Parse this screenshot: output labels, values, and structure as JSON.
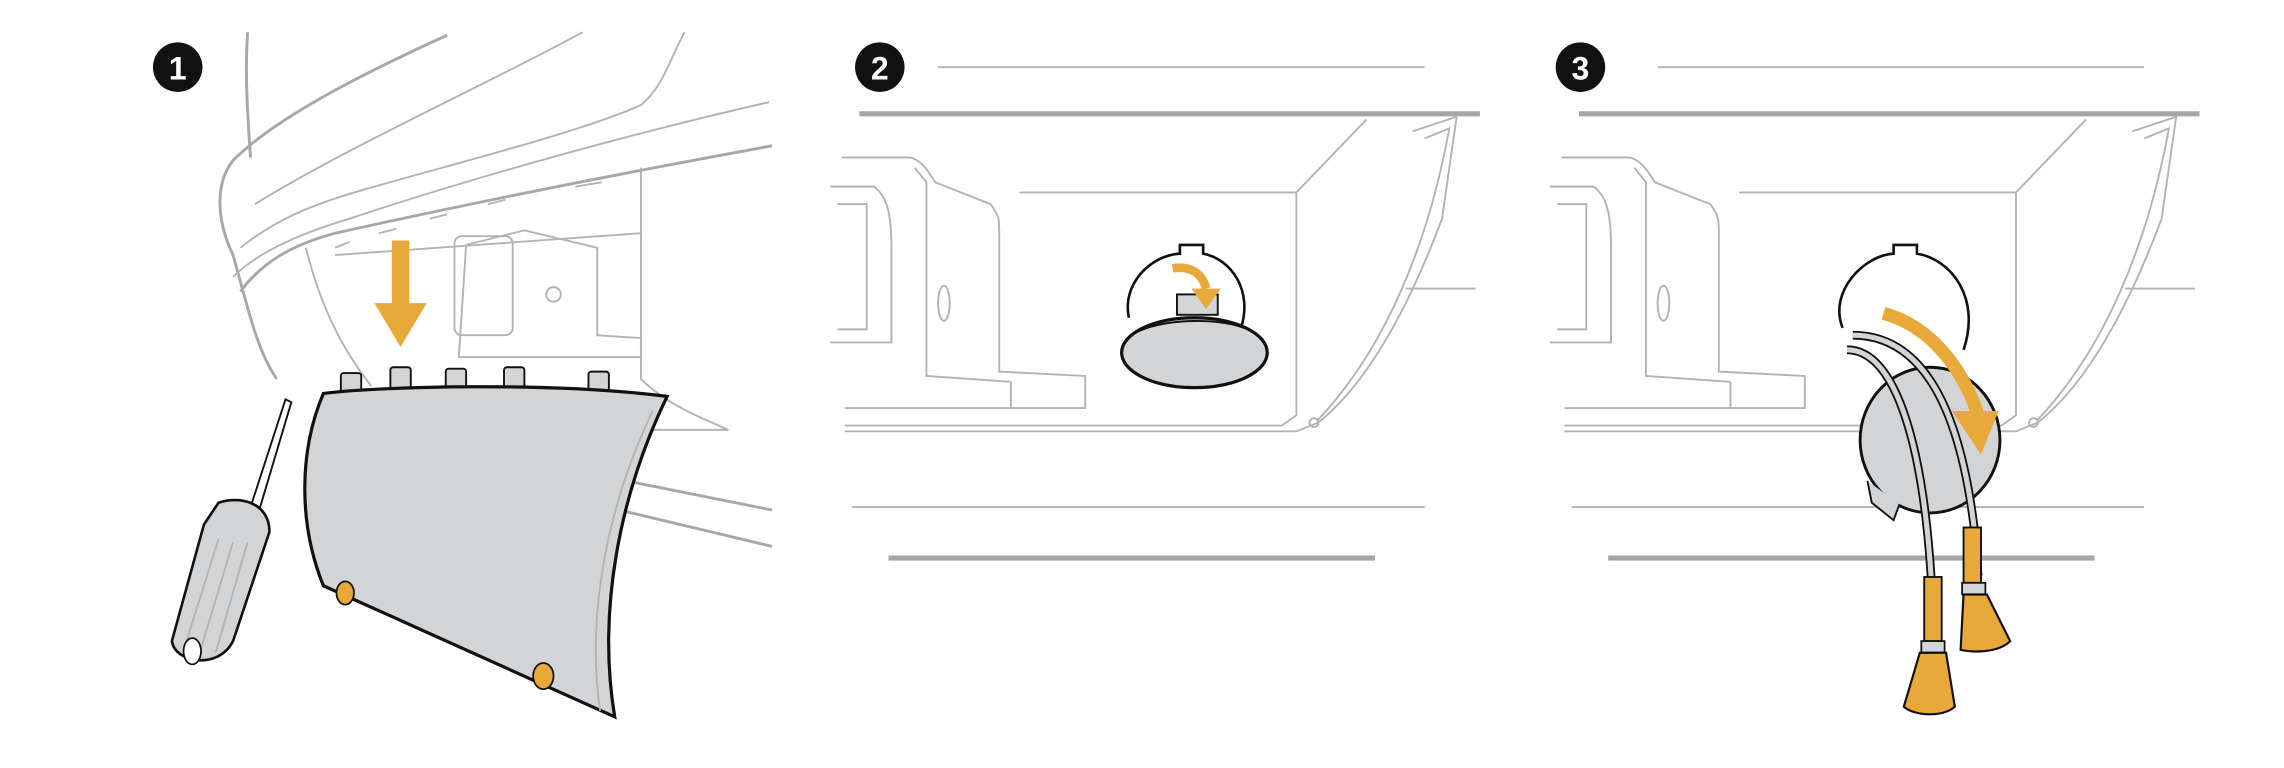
{
  "steps": [
    {
      "number": "1",
      "action": "remove-panel"
    },
    {
      "number": "2",
      "action": "open-cap"
    },
    {
      "number": "3",
      "action": "insert-connectors"
    }
  ],
  "colors": {
    "accent": "#e8a93a",
    "line": "#b3b3b3",
    "panel_fill": "#d3d4d6",
    "ink": "#111111"
  }
}
